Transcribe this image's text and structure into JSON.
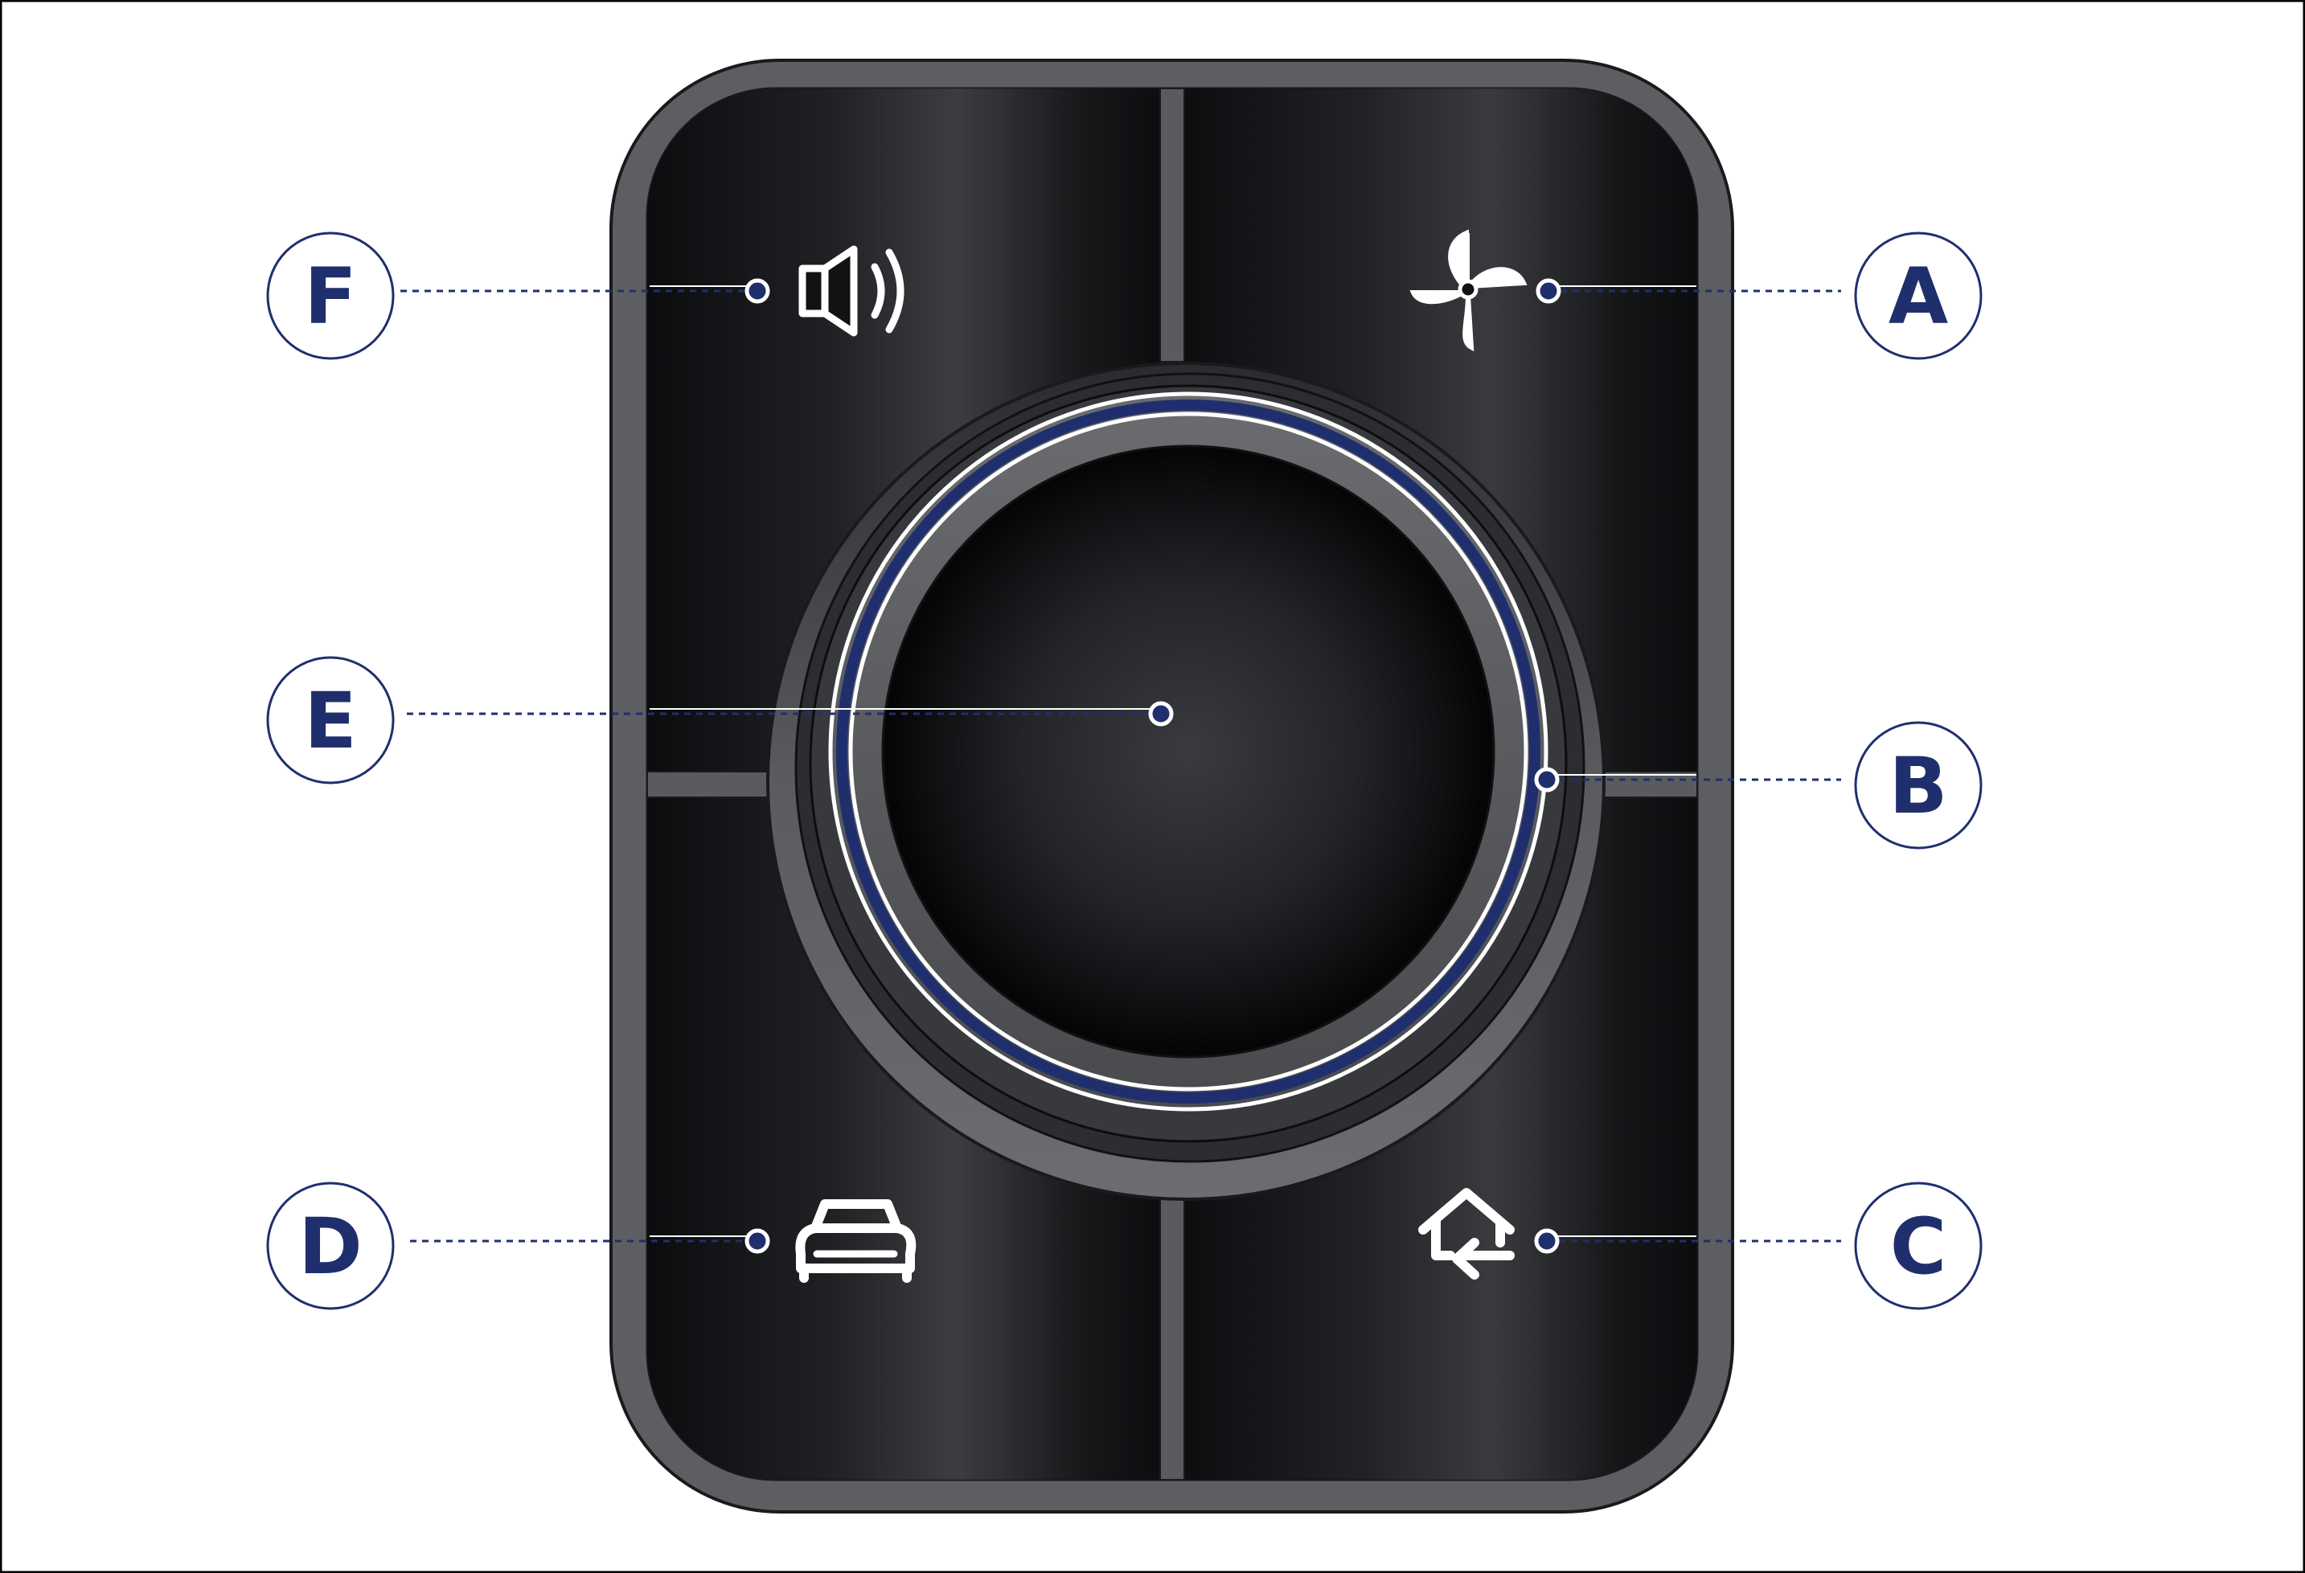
{
  "controller": {
    "buttons": [
      {
        "id": "F",
        "icon": "speaker-volume-icon",
        "position": "top-left"
      },
      {
        "id": "A",
        "icon": "fan-icon",
        "position": "top-right"
      },
      {
        "id": "D",
        "icon": "car-front-icon",
        "position": "bottom-left"
      },
      {
        "id": "C",
        "icon": "home-return-icon",
        "position": "bottom-right"
      }
    ],
    "knob": {
      "center_id": "E",
      "ring_id": "B"
    }
  },
  "callouts": {
    "A": "A",
    "B": "B",
    "C": "C",
    "D": "D",
    "E": "E",
    "F": "F"
  },
  "colors": {
    "accent": "#1f2f6e",
    "body_dark": "#111214",
    "bezel": "#5f6063",
    "icon": "#ffffff"
  }
}
